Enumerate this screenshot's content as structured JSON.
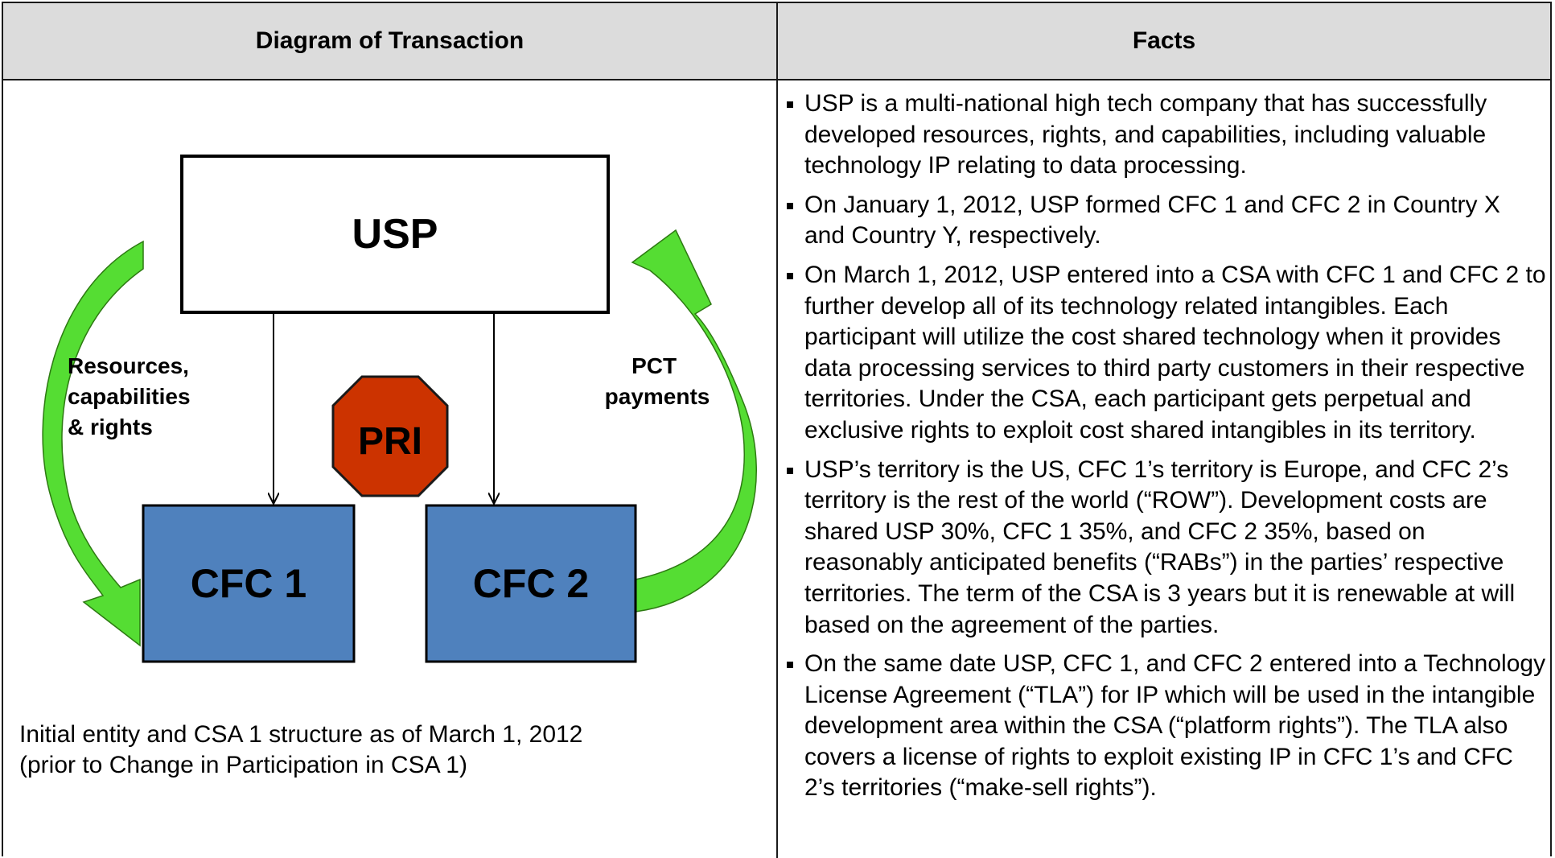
{
  "headers": {
    "left": "Diagram of Transaction",
    "right": "Facts"
  },
  "diagram": {
    "usp": "USP",
    "cfc1": "CFC 1",
    "cfc2": "CFC 2",
    "pri": "PRI",
    "left_arrow_label": [
      "Resources,",
      "capabilities",
      "& rights"
    ],
    "right_arrow_label": [
      "PCT",
      "payments"
    ],
    "colors": {
      "box_blue": "#4f81bd",
      "octagon_red": "#cc3300",
      "arrow_green": "#55dd33"
    }
  },
  "caption": {
    "line1": "Initial entity and CSA 1 structure as of March 1, 2012",
    "line2": "(prior to Change in Participation in CSA 1)"
  },
  "facts": [
    "USP is a multi-national high tech company that has successfully developed resources, rights, and capabilities, including valuable technology IP relating to data processing.",
    "On January 1, 2012, USP formed CFC 1 and CFC 2 in Country X and Country Y, respectively.",
    "On March 1, 2012, USP entered into a CSA with CFC 1 and CFC 2 to further develop all of its technology related intangibles. Each participant  will utilize the cost shared technology when it provides data processing services to third party customers in their respective territories.  Under the CSA, each participant gets perpetual and exclusive rights to exploit cost shared intangibles in its territory.",
    "USP’s territory is the US, CFC 1’s territory is Europe, and CFC 2’s territory is the rest of the world (“ROW”).  Development costs are shared USP 30%, CFC 1 35%, and CFC 2 35%, based on reasonably anticipated benefits (“RABs”) in the parties’ respective territories.  The term of the CSA is 3 years but it is renewable at will based on the agreement of the parties.",
    "On the same date USP, CFC 1, and CFC 2 entered into a Technology License Agreement  (“TLA”) for IP which will be used in the intangible development area within the CSA (“platform rights”).  The TLA also covers a license of  rights to exploit existing IP in CFC 1’s and CFC 2’s territories (“make-sell rights”)."
  ]
}
